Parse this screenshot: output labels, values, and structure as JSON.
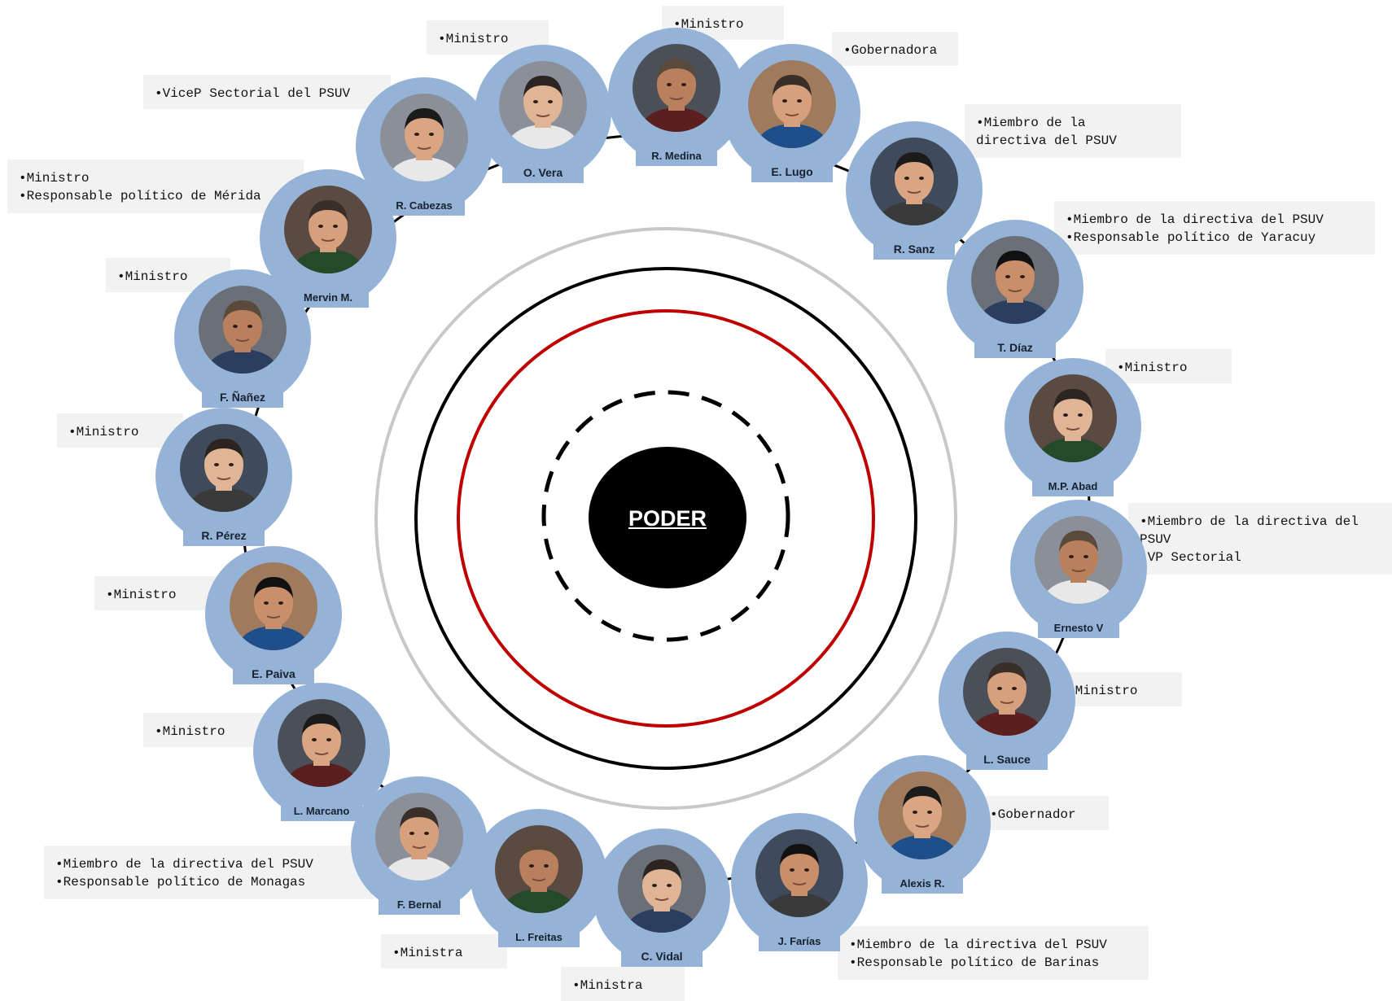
{
  "center": {
    "label": "PODER"
  },
  "colors": {
    "ring_fill": "#95b3d7",
    "circle_gray": "#c8c8c8",
    "circle_red": "#c00000",
    "center_fill": "#000000",
    "role_box": "#f2f2f2"
  },
  "people": [
    {
      "name": "O. Vera",
      "role": "•Ministro"
    },
    {
      "name": "R. Medina",
      "role": "•Ministro"
    },
    {
      "name": "E. Lugo",
      "role": "•Gobernadora"
    },
    {
      "name": "R. Sanz",
      "role": "•Miembro de la\ndirectiva del PSUV"
    },
    {
      "name": "T. Díaz",
      "role": "•Miembro de la directiva del PSUV\n•Responsable político de Yaracuy"
    },
    {
      "name": "M.P. Abad",
      "role": "•Ministro"
    },
    {
      "name": "Ernesto V",
      "role": "•Miembro de la directiva del\nPSUV\n•VP Sectorial"
    },
    {
      "name": "L. Sauce",
      "role": "•Ministro"
    },
    {
      "name": "Alexis R.",
      "role": "•Gobernador"
    },
    {
      "name": "J. Farías",
      "role": "•Miembro de la directiva del PSUV\n•Responsable político de Barinas"
    },
    {
      "name": "C. Vidal",
      "role": "•Ministra"
    },
    {
      "name": "L. Freitas",
      "role": "•Ministra"
    },
    {
      "name": "F. Bernal",
      "role": "•Miembro de la directiva del PSUV\n•Responsable político de Monagas"
    },
    {
      "name": "L. Marcano",
      "role": "•Ministro"
    },
    {
      "name": "E. Paiva",
      "role": "•Ministro"
    },
    {
      "name": "R. Pérez",
      "role": "•Ministro"
    },
    {
      "name": "F. Ñañez",
      "role": "•Ministro"
    },
    {
      "name": "Mervin M.",
      "role": "•Ministro\n•Responsable político de Mérida"
    },
    {
      "name": "R. Cabezas",
      "role": "•ViceP Sectorial del PSUV"
    }
  ]
}
